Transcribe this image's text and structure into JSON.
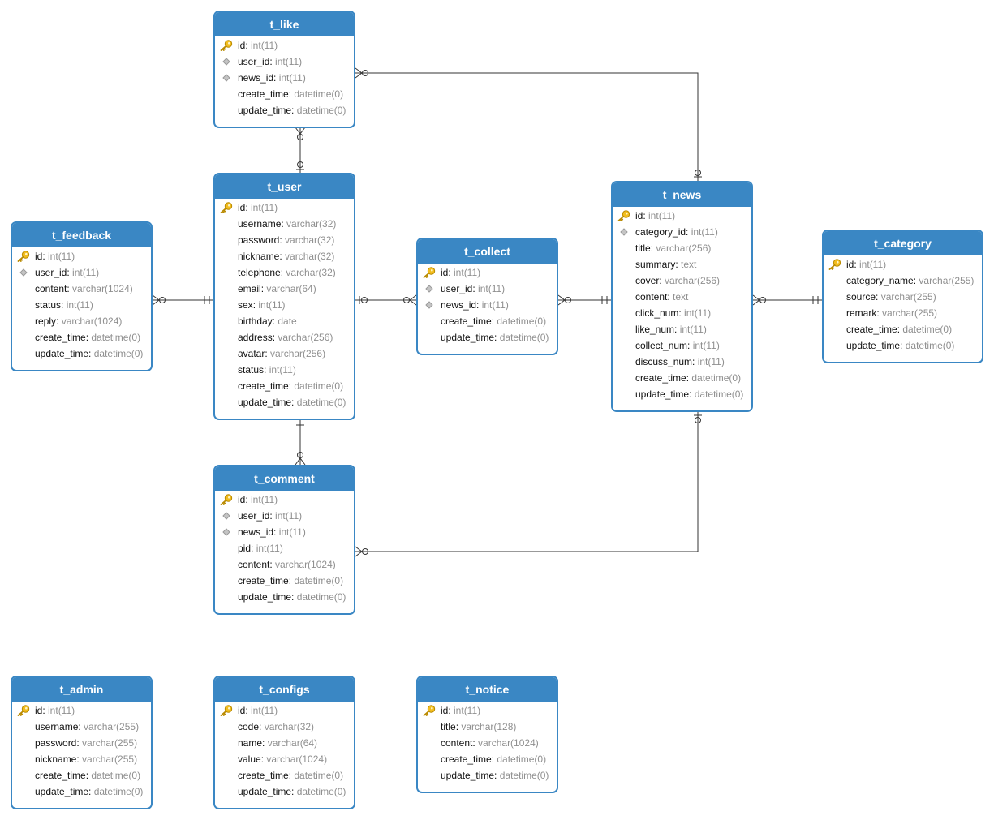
{
  "colors": {
    "header": "#3a87c4",
    "key_icon": "#f2bd1e",
    "connector": "#333333"
  },
  "icons": {
    "pk": "key-icon",
    "fk": "diamond-icon"
  },
  "tables": {
    "like": {
      "name": "t_like",
      "fields": [
        {
          "icon": "pk",
          "name": "id",
          "type": "int(11)"
        },
        {
          "icon": "fk",
          "name": "user_id",
          "type": "int(11)"
        },
        {
          "icon": "fk",
          "name": "news_id",
          "type": "int(11)"
        },
        {
          "icon": "",
          "name": "create_time",
          "type": "datetime(0)"
        },
        {
          "icon": "",
          "name": "update_time",
          "type": "datetime(0)"
        }
      ]
    },
    "user": {
      "name": "t_user",
      "fields": [
        {
          "icon": "pk",
          "name": "id",
          "type": "int(11)"
        },
        {
          "icon": "",
          "name": "username",
          "type": "varchar(32)"
        },
        {
          "icon": "",
          "name": "password",
          "type": "varchar(32)"
        },
        {
          "icon": "",
          "name": "nickname",
          "type": "varchar(32)"
        },
        {
          "icon": "",
          "name": "telephone",
          "type": "varchar(32)"
        },
        {
          "icon": "",
          "name": "email",
          "type": "varchar(64)"
        },
        {
          "icon": "",
          "name": "sex",
          "type": "int(11)"
        },
        {
          "icon": "",
          "name": "birthday",
          "type": "date"
        },
        {
          "icon": "",
          "name": "address",
          "type": "varchar(256)"
        },
        {
          "icon": "",
          "name": "avatar",
          "type": "varchar(256)"
        },
        {
          "icon": "",
          "name": "status",
          "type": "int(11)"
        },
        {
          "icon": "",
          "name": "create_time",
          "type": "datetime(0)"
        },
        {
          "icon": "",
          "name": "update_time",
          "type": "datetime(0)"
        }
      ]
    },
    "feedback": {
      "name": "t_feedback",
      "fields": [
        {
          "icon": "pk",
          "name": "id",
          "type": "int(11)"
        },
        {
          "icon": "fk",
          "name": "user_id",
          "type": "int(11)"
        },
        {
          "icon": "",
          "name": "content",
          "type": "varchar(1024)"
        },
        {
          "icon": "",
          "name": "status",
          "type": "int(11)"
        },
        {
          "icon": "",
          "name": "reply",
          "type": "varchar(1024)"
        },
        {
          "icon": "",
          "name": "create_time",
          "type": "datetime(0)"
        },
        {
          "icon": "",
          "name": "update_time",
          "type": "datetime(0)"
        }
      ]
    },
    "collect": {
      "name": "t_collect",
      "fields": [
        {
          "icon": "pk",
          "name": "id",
          "type": "int(11)"
        },
        {
          "icon": "fk",
          "name": "user_id",
          "type": "int(11)"
        },
        {
          "icon": "fk",
          "name": "news_id",
          "type": "int(11)"
        },
        {
          "icon": "",
          "name": "create_time",
          "type": "datetime(0)"
        },
        {
          "icon": "",
          "name": "update_time",
          "type": "datetime(0)"
        }
      ]
    },
    "news": {
      "name": "t_news",
      "fields": [
        {
          "icon": "pk",
          "name": "id",
          "type": "int(11)"
        },
        {
          "icon": "fk",
          "name": "category_id",
          "type": "int(11)"
        },
        {
          "icon": "",
          "name": "title",
          "type": "varchar(256)"
        },
        {
          "icon": "",
          "name": "summary",
          "type": "text"
        },
        {
          "icon": "",
          "name": "cover",
          "type": "varchar(256)"
        },
        {
          "icon": "",
          "name": "content",
          "type": "text"
        },
        {
          "icon": "",
          "name": "click_num",
          "type": "int(11)"
        },
        {
          "icon": "",
          "name": "like_num",
          "type": "int(11)"
        },
        {
          "icon": "",
          "name": "collect_num",
          "type": "int(11)"
        },
        {
          "icon": "",
          "name": "discuss_num",
          "type": "int(11)"
        },
        {
          "icon": "",
          "name": "create_time",
          "type": "datetime(0)"
        },
        {
          "icon": "",
          "name": "update_time",
          "type": "datetime(0)"
        }
      ]
    },
    "category": {
      "name": "t_category",
      "fields": [
        {
          "icon": "pk",
          "name": "id",
          "type": "int(11)"
        },
        {
          "icon": "",
          "name": "category_name",
          "type": "varchar(255)"
        },
        {
          "icon": "",
          "name": "source",
          "type": "varchar(255)"
        },
        {
          "icon": "",
          "name": "remark",
          "type": "varchar(255)"
        },
        {
          "icon": "",
          "name": "create_time",
          "type": "datetime(0)"
        },
        {
          "icon": "",
          "name": "update_time",
          "type": "datetime(0)"
        }
      ]
    },
    "comment": {
      "name": "t_comment",
      "fields": [
        {
          "icon": "pk",
          "name": "id",
          "type": "int(11)"
        },
        {
          "icon": "fk",
          "name": "user_id",
          "type": "int(11)"
        },
        {
          "icon": "fk",
          "name": "news_id",
          "type": "int(11)"
        },
        {
          "icon": "",
          "name": "pid",
          "type": "int(11)"
        },
        {
          "icon": "",
          "name": "content",
          "type": "varchar(1024)"
        },
        {
          "icon": "",
          "name": "create_time",
          "type": "datetime(0)"
        },
        {
          "icon": "",
          "name": "update_time",
          "type": "datetime(0)"
        }
      ]
    },
    "admin": {
      "name": "t_admin",
      "fields": [
        {
          "icon": "pk",
          "name": "id",
          "type": "int(11)"
        },
        {
          "icon": "",
          "name": "username",
          "type": "varchar(255)"
        },
        {
          "icon": "",
          "name": "password",
          "type": "varchar(255)"
        },
        {
          "icon": "",
          "name": "nickname",
          "type": "varchar(255)"
        },
        {
          "icon": "",
          "name": "create_time",
          "type": "datetime(0)"
        },
        {
          "icon": "",
          "name": "update_time",
          "type": "datetime(0)"
        }
      ]
    },
    "configs": {
      "name": "t_configs",
      "fields": [
        {
          "icon": "pk",
          "name": "id",
          "type": "int(11)"
        },
        {
          "icon": "",
          "name": "code",
          "type": "varchar(32)"
        },
        {
          "icon": "",
          "name": "name",
          "type": "varchar(64)"
        },
        {
          "icon": "",
          "name": "value",
          "type": "varchar(1024)"
        },
        {
          "icon": "",
          "name": "create_time",
          "type": "datetime(0)"
        },
        {
          "icon": "",
          "name": "update_time",
          "type": "datetime(0)"
        }
      ]
    },
    "notice": {
      "name": "t_notice",
      "fields": [
        {
          "icon": "pk",
          "name": "id",
          "type": "int(11)"
        },
        {
          "icon": "",
          "name": "title",
          "type": "varchar(128)"
        },
        {
          "icon": "",
          "name": "content",
          "type": "varchar(1024)"
        },
        {
          "icon": "",
          "name": "create_time",
          "type": "datetime(0)"
        },
        {
          "icon": "",
          "name": "update_time",
          "type": "datetime(0)"
        }
      ]
    }
  }
}
